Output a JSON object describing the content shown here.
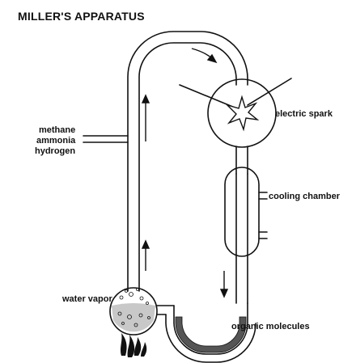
{
  "title": "MILLER'S APPARATUS",
  "labels": {
    "gas_inputs": [
      "methane",
      "ammonia",
      "hydrogen"
    ],
    "electric_spark": "electric spark",
    "cooling_chamber": "cooling chamber",
    "water_vapor": "water vapor",
    "organic_molecules": "organic molecules"
  },
  "colors": {
    "ink": "#111111",
    "background": "#ffffff"
  },
  "icons": [
    "spark-icon",
    "flame-icon",
    "flow-arrow-icon"
  ]
}
